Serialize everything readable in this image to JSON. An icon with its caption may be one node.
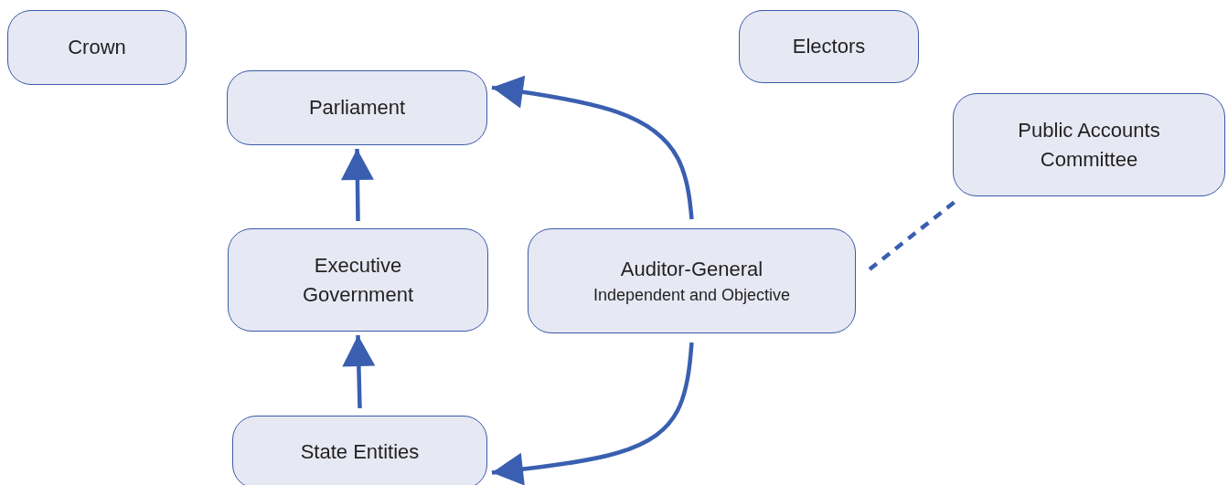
{
  "diagram": {
    "nodes": [
      {
        "text": [
          "Crown"
        ]
      },
      {
        "text": [
          "Electors"
        ]
      },
      {
        "text": [
          "Parliament"
        ]
      },
      {
        "text": [
          "Public Accounts Committee"
        ]
      },
      {
        "text": [
          "Executive Government"
        ]
      },
      {
        "text": [
          "Auditor-General",
          "Independent and Objective"
        ]
      },
      {
        "text": [
          "State Entities"
        ]
      }
    ],
    "edges": [
      {
        "from": 4,
        "to": 2,
        "arrow": "to"
      },
      {
        "from": 6,
        "to": 4,
        "arrow": "to"
      },
      {
        "from": 5,
        "to": 2,
        "arrow": "to"
      },
      {
        "from": 5,
        "to": 6,
        "arrow": "to"
      },
      {
        "from": 5,
        "to": 3,
        "arrow": "none",
        "style": "dashed"
      }
    ]
  }
}
